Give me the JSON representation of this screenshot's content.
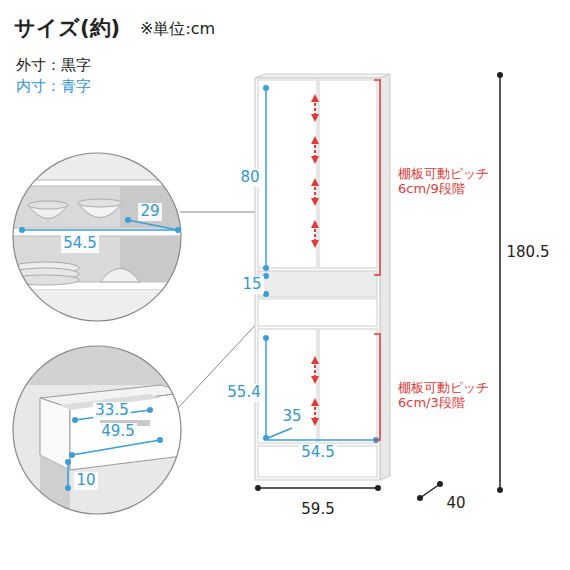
{
  "diagram": {
    "title": "サイズ(約)",
    "labels": [
      "※単位:cm",
      "外寸：黒字",
      "内寸：青字",
      "80",
      "15",
      "棚板可動ピッチ 6cm/9段階",
      "55.4",
      "35",
      "54.5",
      "棚板可動ピッチ 6cm/3段階",
      "180.5",
      "59.5",
      "40",
      "29",
      "54.5",
      "33.5",
      "49.5",
      "10"
    ]
  }
}
